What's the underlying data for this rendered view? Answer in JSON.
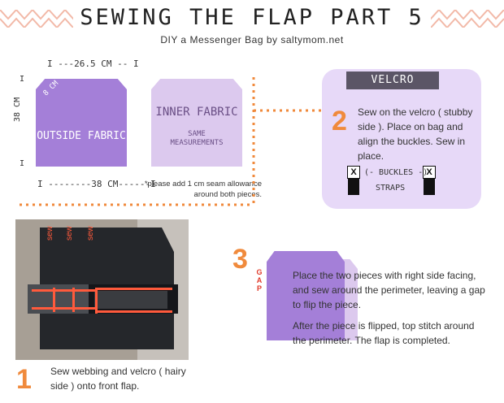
{
  "header": {
    "title": "SEWING THE FLAP PART 5",
    "subtitle": "DIY a Messenger Bag by saltymom.net"
  },
  "diagram": {
    "width_dim": "I ---26.5 CM -- I",
    "bottom_dim": "I --------38 CM------I",
    "height_dim": "38 CM",
    "corner_dim": "8 CM",
    "outside_label": "OUTSIDE FABRIC",
    "inner_label": "INNER FABRIC",
    "inner_sub_1": "SAME",
    "inner_sub_2": "MEASUREMENTS",
    "note": "*please add 1 cm  seam allowance around both pieces."
  },
  "step2": {
    "number": "2",
    "header": "VELCRO",
    "text": "Sew on the velcro  ( stubby side ). Place on bag and align the buckles.  Sew in place.",
    "buckles_caption": "(- BUCKLES -)",
    "straps_caption": "STRAPS",
    "buckle_mark": "X"
  },
  "step1": {
    "number": "1",
    "text": "Sew webbing and velcro ( hairy side ) onto front flap.",
    "photo_labels": [
      "sew",
      "sew",
      "sew"
    ]
  },
  "step3": {
    "number": "3",
    "gap_label": "GAP",
    "text_1": "Place the two pieces with right side facing, and sew around the perimeter, leaving a gap to flip the piece.",
    "text_2": "After the piece is flipped, top stitch around the perimeter. The flap is completed."
  },
  "colors": {
    "accent_orange": "#f08a3c",
    "purple_dark": "#a47fd8",
    "purple_light": "#dcc9ee",
    "panel": "#e7d9f8"
  }
}
